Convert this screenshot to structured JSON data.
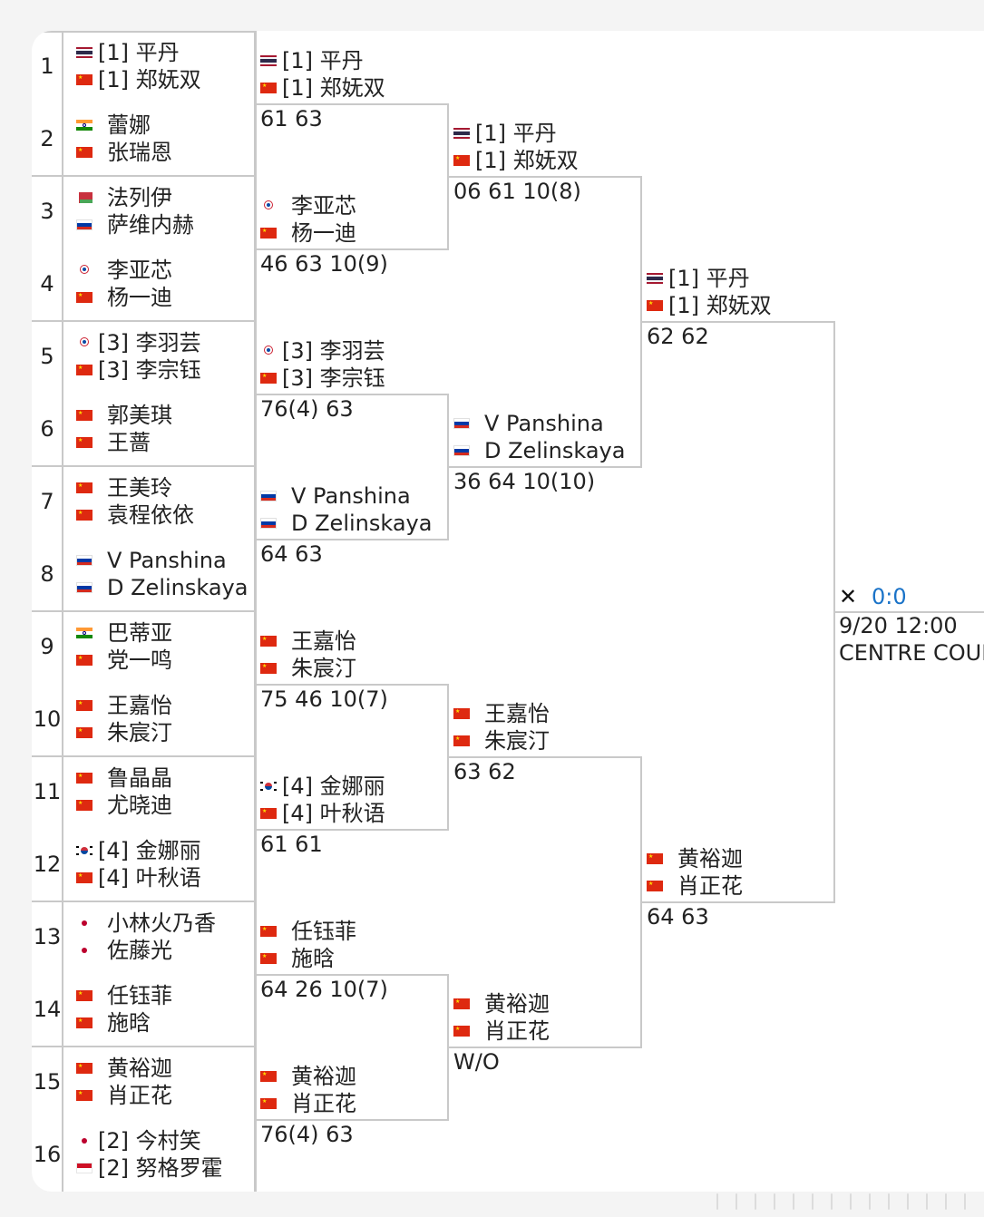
{
  "draw": {
    "round1": [
      {
        "num": "1",
        "p1": {
          "flag": "th",
          "seed": "[1]",
          "name": "平丹"
        },
        "p2": {
          "flag": "cn",
          "seed": "[1]",
          "name": "郑妩双"
        }
      },
      {
        "num": "2",
        "p1": {
          "flag": "in",
          "seed": "",
          "name": "蕾娜"
        },
        "p2": {
          "flag": "cn",
          "seed": "",
          "name": "张瑞恩"
        }
      },
      {
        "num": "3",
        "p1": {
          "flag": "by",
          "seed": "",
          "name": "法列伊"
        },
        "p2": {
          "flag": "ru",
          "seed": "",
          "name": "萨维内赫"
        }
      },
      {
        "num": "4",
        "p1": {
          "flag": "tpe",
          "seed": "",
          "name": "李亚芯"
        },
        "p2": {
          "flag": "cn",
          "seed": "",
          "name": "杨一迪"
        }
      },
      {
        "num": "5",
        "p1": {
          "flag": "tpe",
          "seed": "[3]",
          "name": "李羽芸"
        },
        "p2": {
          "flag": "cn",
          "seed": "[3]",
          "name": "李宗钰"
        }
      },
      {
        "num": "6",
        "p1": {
          "flag": "cn",
          "seed": "",
          "name": "郭美琪"
        },
        "p2": {
          "flag": "cn",
          "seed": "",
          "name": "王蔷"
        }
      },
      {
        "num": "7",
        "p1": {
          "flag": "cn",
          "seed": "",
          "name": "王美玲"
        },
        "p2": {
          "flag": "cn",
          "seed": "",
          "name": "袁程依依"
        }
      },
      {
        "num": "8",
        "p1": {
          "flag": "ru",
          "seed": "",
          "name": "V Panshina"
        },
        "p2": {
          "flag": "ru",
          "seed": "",
          "name": "D Zelinskaya"
        }
      },
      {
        "num": "9",
        "p1": {
          "flag": "in",
          "seed": "",
          "name": "巴蒂亚"
        },
        "p2": {
          "flag": "cn",
          "seed": "",
          "name": "党一鸣"
        }
      },
      {
        "num": "10",
        "p1": {
          "flag": "cn",
          "seed": "",
          "name": "王嘉怡"
        },
        "p2": {
          "flag": "cn",
          "seed": "",
          "name": "朱宸汀"
        }
      },
      {
        "num": "11",
        "p1": {
          "flag": "cn",
          "seed": "",
          "name": "鲁晶晶"
        },
        "p2": {
          "flag": "cn",
          "seed": "",
          "name": "尤晓迪"
        }
      },
      {
        "num": "12",
        "p1": {
          "flag": "kr",
          "seed": "[4]",
          "name": "金娜丽"
        },
        "p2": {
          "flag": "cn",
          "seed": "[4]",
          "name": "叶秋语"
        }
      },
      {
        "num": "13",
        "p1": {
          "flag": "jp",
          "seed": "",
          "name": "小林火乃香"
        },
        "p2": {
          "flag": "jp",
          "seed": "",
          "name": "佐藤光"
        }
      },
      {
        "num": "14",
        "p1": {
          "flag": "cn",
          "seed": "",
          "name": "任钰菲"
        },
        "p2": {
          "flag": "cn",
          "seed": "",
          "name": "施晗"
        }
      },
      {
        "num": "15",
        "p1": {
          "flag": "cn",
          "seed": "",
          "name": "黄裕迦"
        },
        "p2": {
          "flag": "cn",
          "seed": "",
          "name": "肖正花"
        }
      },
      {
        "num": "16",
        "p1": {
          "flag": "jp",
          "seed": "[2]",
          "name": "今村笑"
        },
        "p2": {
          "flag": "id",
          "seed": "[2]",
          "name": "努格罗霍"
        }
      }
    ],
    "round2": [
      {
        "p1": {
          "flag": "th",
          "seed": "[1]",
          "name": "平丹"
        },
        "p2": {
          "flag": "cn",
          "seed": "[1]",
          "name": "郑妩双"
        },
        "score": "61 63"
      },
      {
        "p1": {
          "flag": "tpe",
          "seed": "",
          "name": "李亚芯"
        },
        "p2": {
          "flag": "cn",
          "seed": "",
          "name": "杨一迪"
        },
        "score": "46 63 10(9)"
      },
      {
        "p1": {
          "flag": "tpe",
          "seed": "[3]",
          "name": "李羽芸"
        },
        "p2": {
          "flag": "cn",
          "seed": "[3]",
          "name": "李宗钰"
        },
        "score": "76(4) 63"
      },
      {
        "p1": {
          "flag": "ru",
          "seed": "",
          "name": "V Panshina"
        },
        "p2": {
          "flag": "ru",
          "seed": "",
          "name": "D Zelinskaya"
        },
        "score": "64 63"
      },
      {
        "p1": {
          "flag": "cn",
          "seed": "",
          "name": "王嘉怡"
        },
        "p2": {
          "flag": "cn",
          "seed": "",
          "name": "朱宸汀"
        },
        "score": "75 46 10(7)"
      },
      {
        "p1": {
          "flag": "kr",
          "seed": "[4]",
          "name": "金娜丽"
        },
        "p2": {
          "flag": "cn",
          "seed": "[4]",
          "name": "叶秋语"
        },
        "score": "61 61"
      },
      {
        "p1": {
          "flag": "cn",
          "seed": "",
          "name": "任钰菲"
        },
        "p2": {
          "flag": "cn",
          "seed": "",
          "name": "施晗"
        },
        "score": "64 26 10(7)"
      },
      {
        "p1": {
          "flag": "cn",
          "seed": "",
          "name": "黄裕迦"
        },
        "p2": {
          "flag": "cn",
          "seed": "",
          "name": "肖正花"
        },
        "score": "76(4) 63"
      }
    ],
    "round3": [
      {
        "p1": {
          "flag": "th",
          "seed": "[1]",
          "name": "平丹"
        },
        "p2": {
          "flag": "cn",
          "seed": "[1]",
          "name": "郑妩双"
        },
        "score": "06 61 10(8)"
      },
      {
        "p1": {
          "flag": "ru",
          "seed": "",
          "name": "V Panshina"
        },
        "p2": {
          "flag": "ru",
          "seed": "",
          "name": "D Zelinskaya"
        },
        "score": "36 64 10(10)"
      },
      {
        "p1": {
          "flag": "cn",
          "seed": "",
          "name": "王嘉怡"
        },
        "p2": {
          "flag": "cn",
          "seed": "",
          "name": "朱宸汀"
        },
        "score": "63 62"
      },
      {
        "p1": {
          "flag": "cn",
          "seed": "",
          "name": "黄裕迦"
        },
        "p2": {
          "flag": "cn",
          "seed": "",
          "name": "肖正花"
        },
        "score": "W/O"
      }
    ],
    "round4": [
      {
        "p1": {
          "flag": "th",
          "seed": "[1]",
          "name": "平丹"
        },
        "p2": {
          "flag": "cn",
          "seed": "[1]",
          "name": "郑妩双"
        },
        "score": "62 62"
      },
      {
        "p1": {
          "flag": "cn",
          "seed": "",
          "name": "黄裕迦"
        },
        "p2": {
          "flag": "cn",
          "seed": "",
          "name": "肖正花"
        },
        "score": "64 63"
      }
    ],
    "final": {
      "score": "0:0",
      "datetime": "9/20 12:00",
      "court": "CENTRE COURT"
    }
  },
  "icons": {
    "final": "crossed-rackets-icon"
  },
  "colors": {
    "link": "#1a73c8",
    "line": "#c9c9c9",
    "card": "#ffffff",
    "background": "#f4f4f4"
  }
}
